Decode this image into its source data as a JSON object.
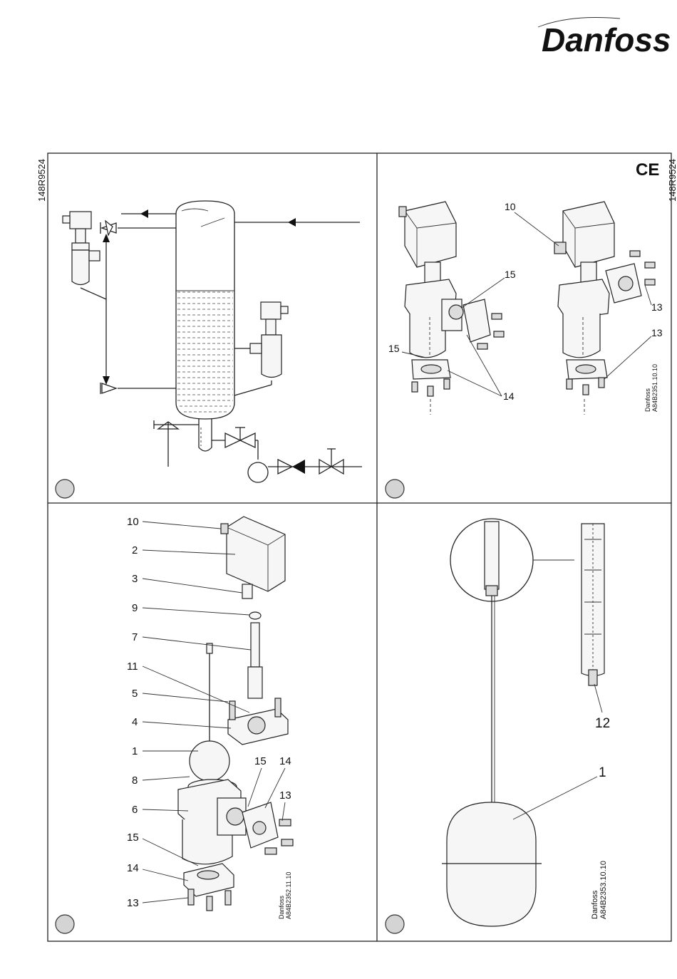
{
  "header": {
    "brand": "Danfoss"
  },
  "side_codes": {
    "left": "148R9524",
    "right": "148R9524"
  },
  "panels": {
    "top_right": {
      "ce_mark": "CE",
      "callouts": [
        "10",
        "15",
        "15",
        "14",
        "13",
        "13"
      ],
      "drawing_ref": [
        "Danfoss",
        "A84B2351.10.10"
      ]
    },
    "bottom_left": {
      "callouts": [
        "10",
        "2",
        "3",
        "9",
        "7",
        "11",
        "5",
        "4",
        "1",
        "8",
        "6",
        "15",
        "14",
        "13",
        "15",
        "14",
        "13"
      ],
      "drawing_ref": [
        "Danfoss",
        "A84B2352.11.10"
      ]
    },
    "bottom_right": {
      "callouts": [
        "12",
        "1"
      ],
      "drawing_ref": [
        "Danfoss",
        "A84B2353.10.10"
      ]
    }
  },
  "colors": {
    "line": "#222222",
    "panel_marker": "#d4d4d4"
  }
}
